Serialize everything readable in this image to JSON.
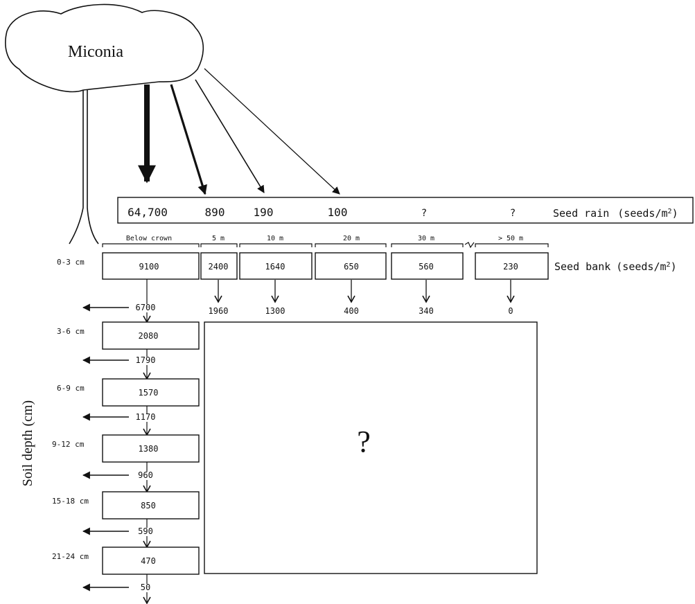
{
  "tree": {
    "label": "Miconia"
  },
  "seed_rain": {
    "title": "Seed rain",
    "unit_prefix": "(seeds/m",
    "unit_sup": "2",
    "unit_suffix": ")",
    "values": [
      "64,700",
      "890",
      "190",
      "100",
      "?",
      "?"
    ]
  },
  "distances": [
    "Below crown",
    "5 m",
    "10 m",
    "20 m",
    "30 m",
    "> 50 m"
  ],
  "seed_bank": {
    "title": "Seed bank",
    "unit_prefix": "(seeds/m",
    "unit_sup": "2",
    "unit_suffix": ")",
    "surface_values": [
      "9100",
      "2400",
      "1640",
      "650",
      "560",
      "230"
    ],
    "below_surface_values": [
      "1960",
      "1300",
      "400",
      "340",
      "0"
    ]
  },
  "depth_axis": {
    "label": "Soil depth (cm)"
  },
  "depth_layers": [
    {
      "label": "0-3 cm",
      "value": "9100",
      "flow_out": "6700"
    },
    {
      "label": "3-6 cm",
      "value": "2080",
      "flow_out": "1790"
    },
    {
      "label": "6-9 cm",
      "value": "1570",
      "flow_out": "1170"
    },
    {
      "label": "9-12 cm",
      "value": "1380",
      "flow_out": "960"
    },
    {
      "label": "15-18 cm",
      "value": "850",
      "flow_out": "590"
    },
    {
      "label": "21-24 cm",
      "value": "470",
      "flow_out": "50"
    }
  ],
  "unknown_region": {
    "label": "?"
  }
}
